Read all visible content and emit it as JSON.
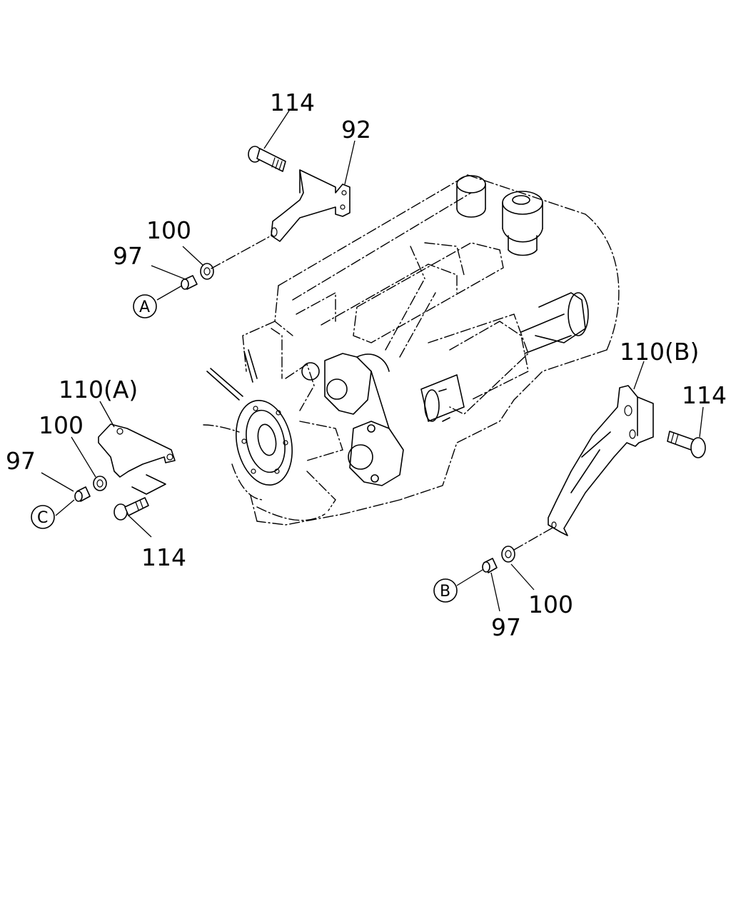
{
  "callouts": {
    "top": {
      "bolt": "114",
      "bracket": "92",
      "washer": "100",
      "collar": "97",
      "ref": "A"
    },
    "left": {
      "bracket": "110(A)",
      "washer": "100",
      "collar": "97",
      "ref": "C",
      "bolt": "114"
    },
    "right": {
      "bracket": "110(B)",
      "bolt": "114",
      "ref": "B",
      "collar": "97",
      "washer": "100"
    }
  }
}
